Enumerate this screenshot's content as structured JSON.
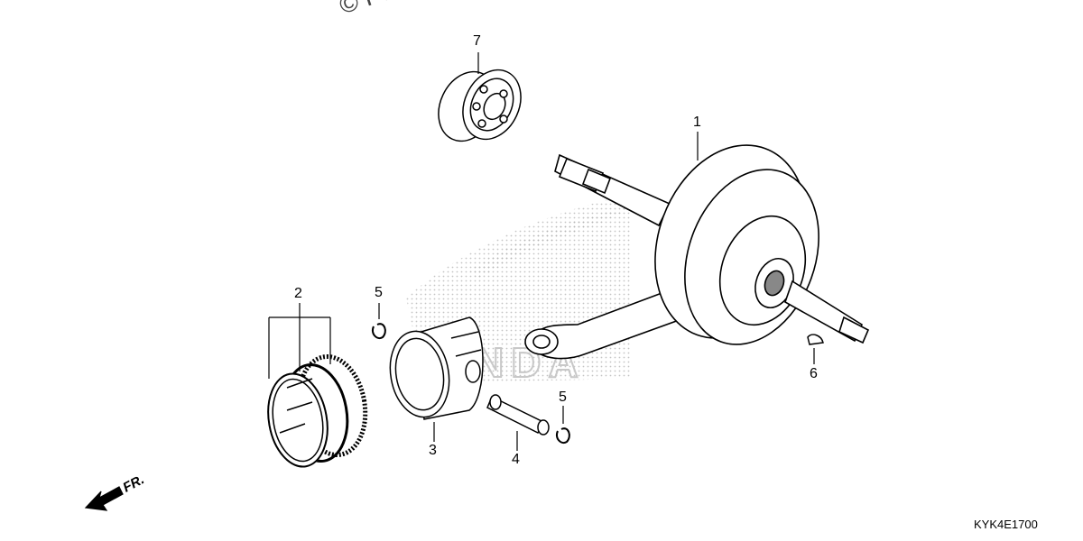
{
  "watermark": "© Par",
  "diagram_code": "KYK4E1700",
  "direction_label": "FR.",
  "callouts": [
    {
      "id": "crankshaft",
      "number": "1"
    },
    {
      "id": "piston-rings",
      "number": "2"
    },
    {
      "id": "piston",
      "number": "3"
    },
    {
      "id": "piston-pin",
      "number": "4"
    },
    {
      "id": "pin-clip-upper",
      "number": "5"
    },
    {
      "id": "pin-clip-lower",
      "number": "5"
    },
    {
      "id": "woodruff-key",
      "number": "6"
    },
    {
      "id": "ball-bearing",
      "number": "7"
    }
  ]
}
